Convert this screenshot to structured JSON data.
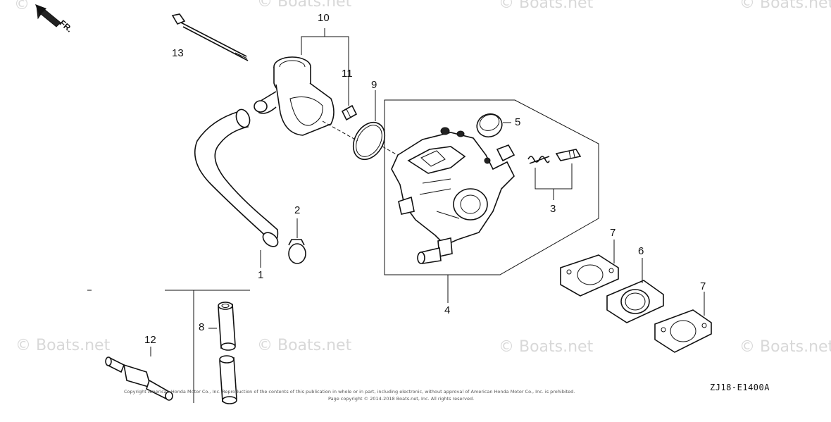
{
  "watermark_text": "© Boats.net",
  "front_arrow_label": "FR.",
  "diagram_code": "ZJ18-E1400A",
  "copyright_lines": [
    "Copyright American Honda Motor Co., Inc. Reproduction of the contents of this publication in whole or in part, including electronic, without approval of American Honda Motor Co., Inc. is prohibited.",
    "Page copyright © 2014-2018 Boats.net, Inc. All rights reserved."
  ],
  "callouts": {
    "c1": "1",
    "c2": "2",
    "c3": "3",
    "c4": "4",
    "c5": "5",
    "c6": "6",
    "c7a": "7",
    "c7b": "7",
    "c8": "8",
    "c9": "9",
    "c10": "10",
    "c11": "11",
    "c12": "12",
    "c13": "13"
  }
}
